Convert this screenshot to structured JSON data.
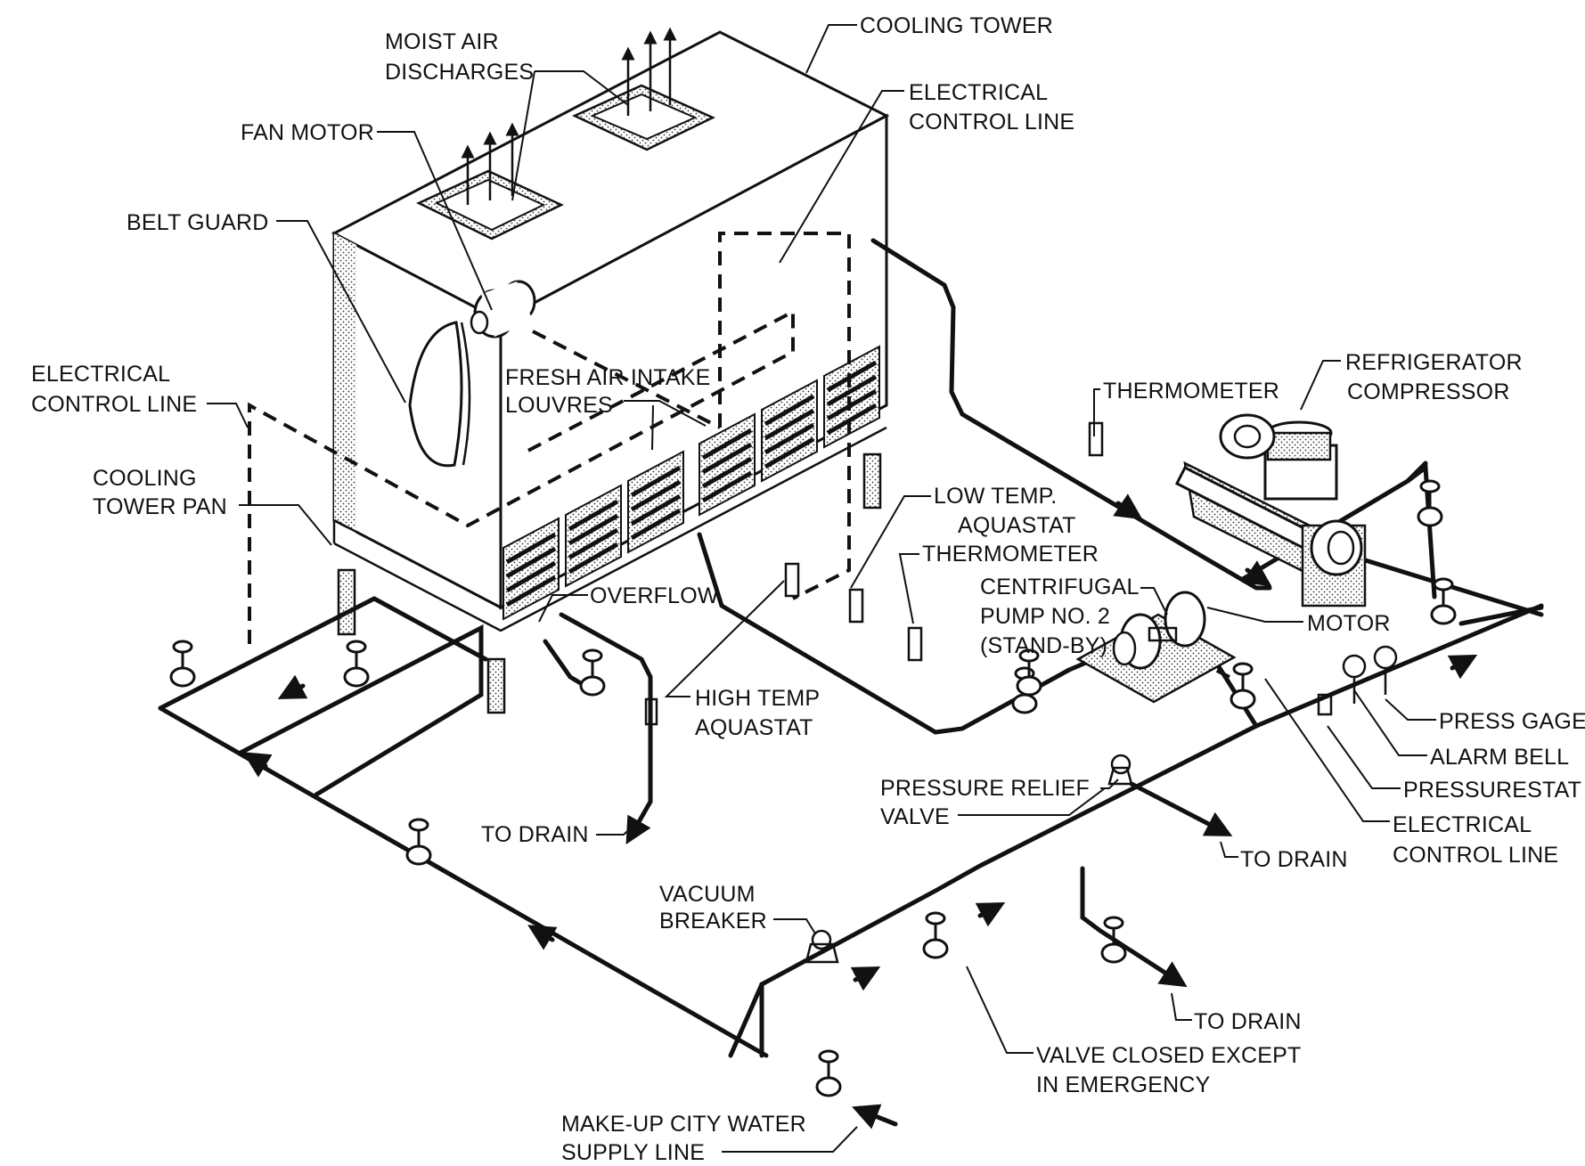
{
  "labels": {
    "cooling_tower": "COOLING TOWER",
    "moist_air_1": "MOIST AIR",
    "moist_air_2": "DISCHARGES",
    "fan_motor": "FAN MOTOR",
    "belt_guard": "BELT GUARD",
    "elec_ctrl_top_1": "ELECTRICAL",
    "elec_ctrl_top_2": "CONTROL LINE",
    "elec_ctrl_left_1": "ELECTRICAL",
    "elec_ctrl_left_2": "CONTROL LINE",
    "fresh_air_1": "FRESH AIR INTAKE",
    "fresh_air_2": "LOUVRES",
    "cooling_pan_1": "COOLING",
    "cooling_pan_2": "TOWER PAN",
    "overflow": "OVERFLOW",
    "high_temp_1": "HIGH TEMP",
    "high_temp_2": "AQUASTAT",
    "to_drain_left": "TO DRAIN",
    "low_temp_1": "LOW TEMP.",
    "low_temp_2": "AQUASTAT",
    "thermometer_mid": "THERMOMETER",
    "thermometer_top": "THERMOMETER",
    "refrig_1": "REFRIGERATOR",
    "refrig_2": "COMPRESSOR",
    "pump_1": "CENTRIFUGAL",
    "pump_2": "PUMP NO. 2",
    "pump_3": "(STAND-BY)",
    "motor": "MOTOR",
    "press_gage": "PRESS GAGE",
    "alarm_bell": "ALARM BELL",
    "pressurestat": "PRESSURESTAT",
    "elec_ctrl_right_1": "ELECTRICAL",
    "elec_ctrl_right_2": "CONTROL LINE",
    "relief_1": "PRESSURE RELIEF",
    "relief_2": "VALVE",
    "to_drain_mid": "TO DRAIN",
    "vacuum_1": "VACUUM",
    "vacuum_2": "BREAKER",
    "to_drain_bottom": "TO DRAIN",
    "valve_closed_1": "VALVE CLOSED EXCEPT",
    "valve_closed_2": "IN EMERGENCY",
    "makeup_1": "MAKE-UP CITY WATER",
    "makeup_2": "SUPPLY LINE"
  }
}
